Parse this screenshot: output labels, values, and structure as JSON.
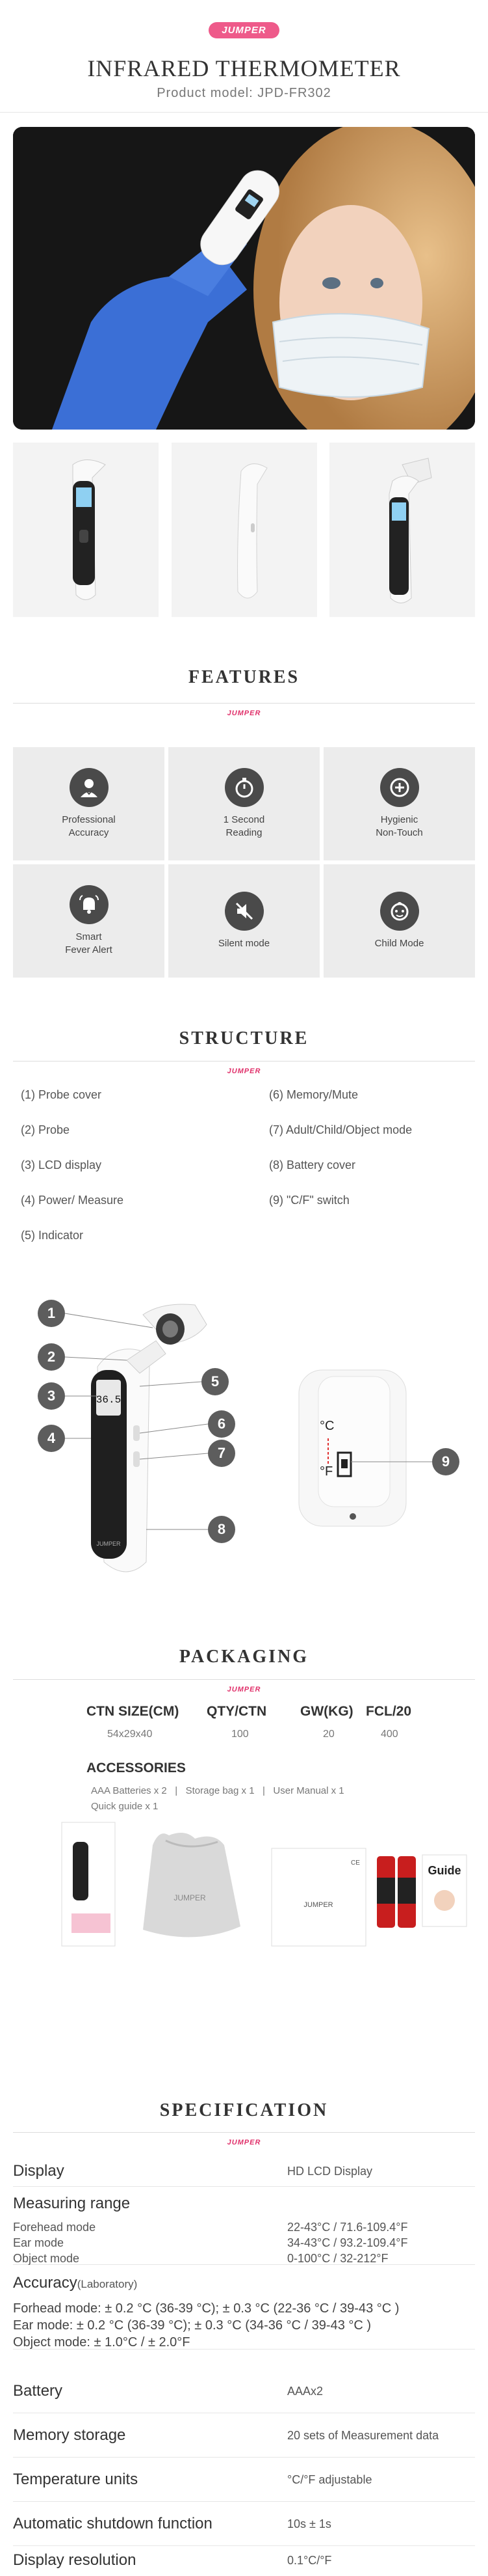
{
  "header": {
    "brand": "JUMPER",
    "title": "INFRARED THERMOMETER",
    "model": "Product model: JPD-FR302"
  },
  "features": {
    "title": "FEATURES",
    "brand": "JUMPER",
    "items": [
      {
        "line1": "Professional",
        "line2": "Accuracy",
        "icon": "doctor-icon"
      },
      {
        "line1": "1 Second",
        "line2": "Reading",
        "icon": "stopwatch-icon"
      },
      {
        "line1": "Hygienic",
        "line2": "Non-Touch",
        "icon": "hygienic-icon"
      },
      {
        "line1": "Smart",
        "line2": "Fever Alert",
        "icon": "bell-alert-icon"
      },
      {
        "line1": "Silent mode",
        "line2": "",
        "icon": "speaker-mute-icon"
      },
      {
        "line1": "Child Mode",
        "line2": "",
        "icon": "child-face-icon"
      }
    ]
  },
  "structure": {
    "title": "STRUCTURE",
    "brand": "JUMPER",
    "left": [
      "(1)  Probe cover",
      "(2)  Probe",
      "(3)  LCD display",
      "(4)  Power/ Measure",
      "(5) Indicator"
    ],
    "right": [
      "(6) Memory/Mute",
      "(7)  Adult/Child/Object mode",
      "(8)  Battery cover",
      "(9) \"C/F\" switch"
    ],
    "callouts": [
      "1",
      "2",
      "3",
      "4",
      "5",
      "6",
      "7",
      "8",
      "9"
    ],
    "device_screen": "36.5",
    "device_brand": "JUMPER",
    "unit_c": "°C",
    "unit_f": "°F"
  },
  "packaging": {
    "title": "PACKAGING",
    "brand": "JUMPER",
    "headers": [
      "CTN SIZE(CM)",
      "QTY/CTN",
      "GW(KG)",
      "FCL/20"
    ],
    "values": [
      "54x29x40",
      "100",
      "20",
      "400"
    ],
    "accessories_title": "ACCESSORIES",
    "accessories_line1": "AAA Batteries x 2   |   Storage bag x 1   |   User Manual x 1",
    "accessories_line2": "Quick guide x 1",
    "bag_brand": "JUMPER",
    "manual_brand": "JUMPER",
    "manual_ce": "CE",
    "guide_label": "Guide"
  },
  "specification": {
    "title": "SPECIFICATION",
    "brand": "JUMPER",
    "display_label": "Display",
    "display_value": "HD LCD Display",
    "range_label": "Measuring range",
    "range_rows": [
      {
        "k": "Forehead mode",
        "v": "22-43°C / 71.6-109.4°F"
      },
      {
        "k": "Ear mode",
        "v": "34-43°C / 93.2-109.4°F"
      },
      {
        "k": "Object mode",
        "v": "0-100°C / 32-212°F"
      }
    ],
    "accuracy_label": "Accuracy",
    "accuracy_sub": "(Laboratory)",
    "accuracy_lines": [
      "Forhead mode: ± 0.2 °C (36-39 °C); ± 0.3 °C (22-36 °C / 39-43 °C )",
      "Ear mode: ± 0.2 °C (36-39 °C); ± 0.3 °C (34-36 °C / 39-43 °C )",
      "Object mode: ± 1.0°C / ± 2.0°F"
    ],
    "rows": [
      {
        "k": "Battery",
        "v": "AAAx2"
      },
      {
        "k": "Memory storage",
        "v": "20 sets of Measurement data"
      },
      {
        "k": "Temperature units",
        "v": "°C/°F adjustable"
      },
      {
        "k": "Automatic shutdown function",
        "v": "10s ± 1s"
      },
      {
        "k": "Display resolution",
        "v": "0.1°C/°F"
      }
    ]
  },
  "colors": {
    "brand_pink": "#ee5a8a",
    "brand_red": "#e0306a",
    "glove_blue": "#3b6fd6",
    "panel_gray": "#ececec",
    "icon_dark": "#4a4a4a"
  }
}
